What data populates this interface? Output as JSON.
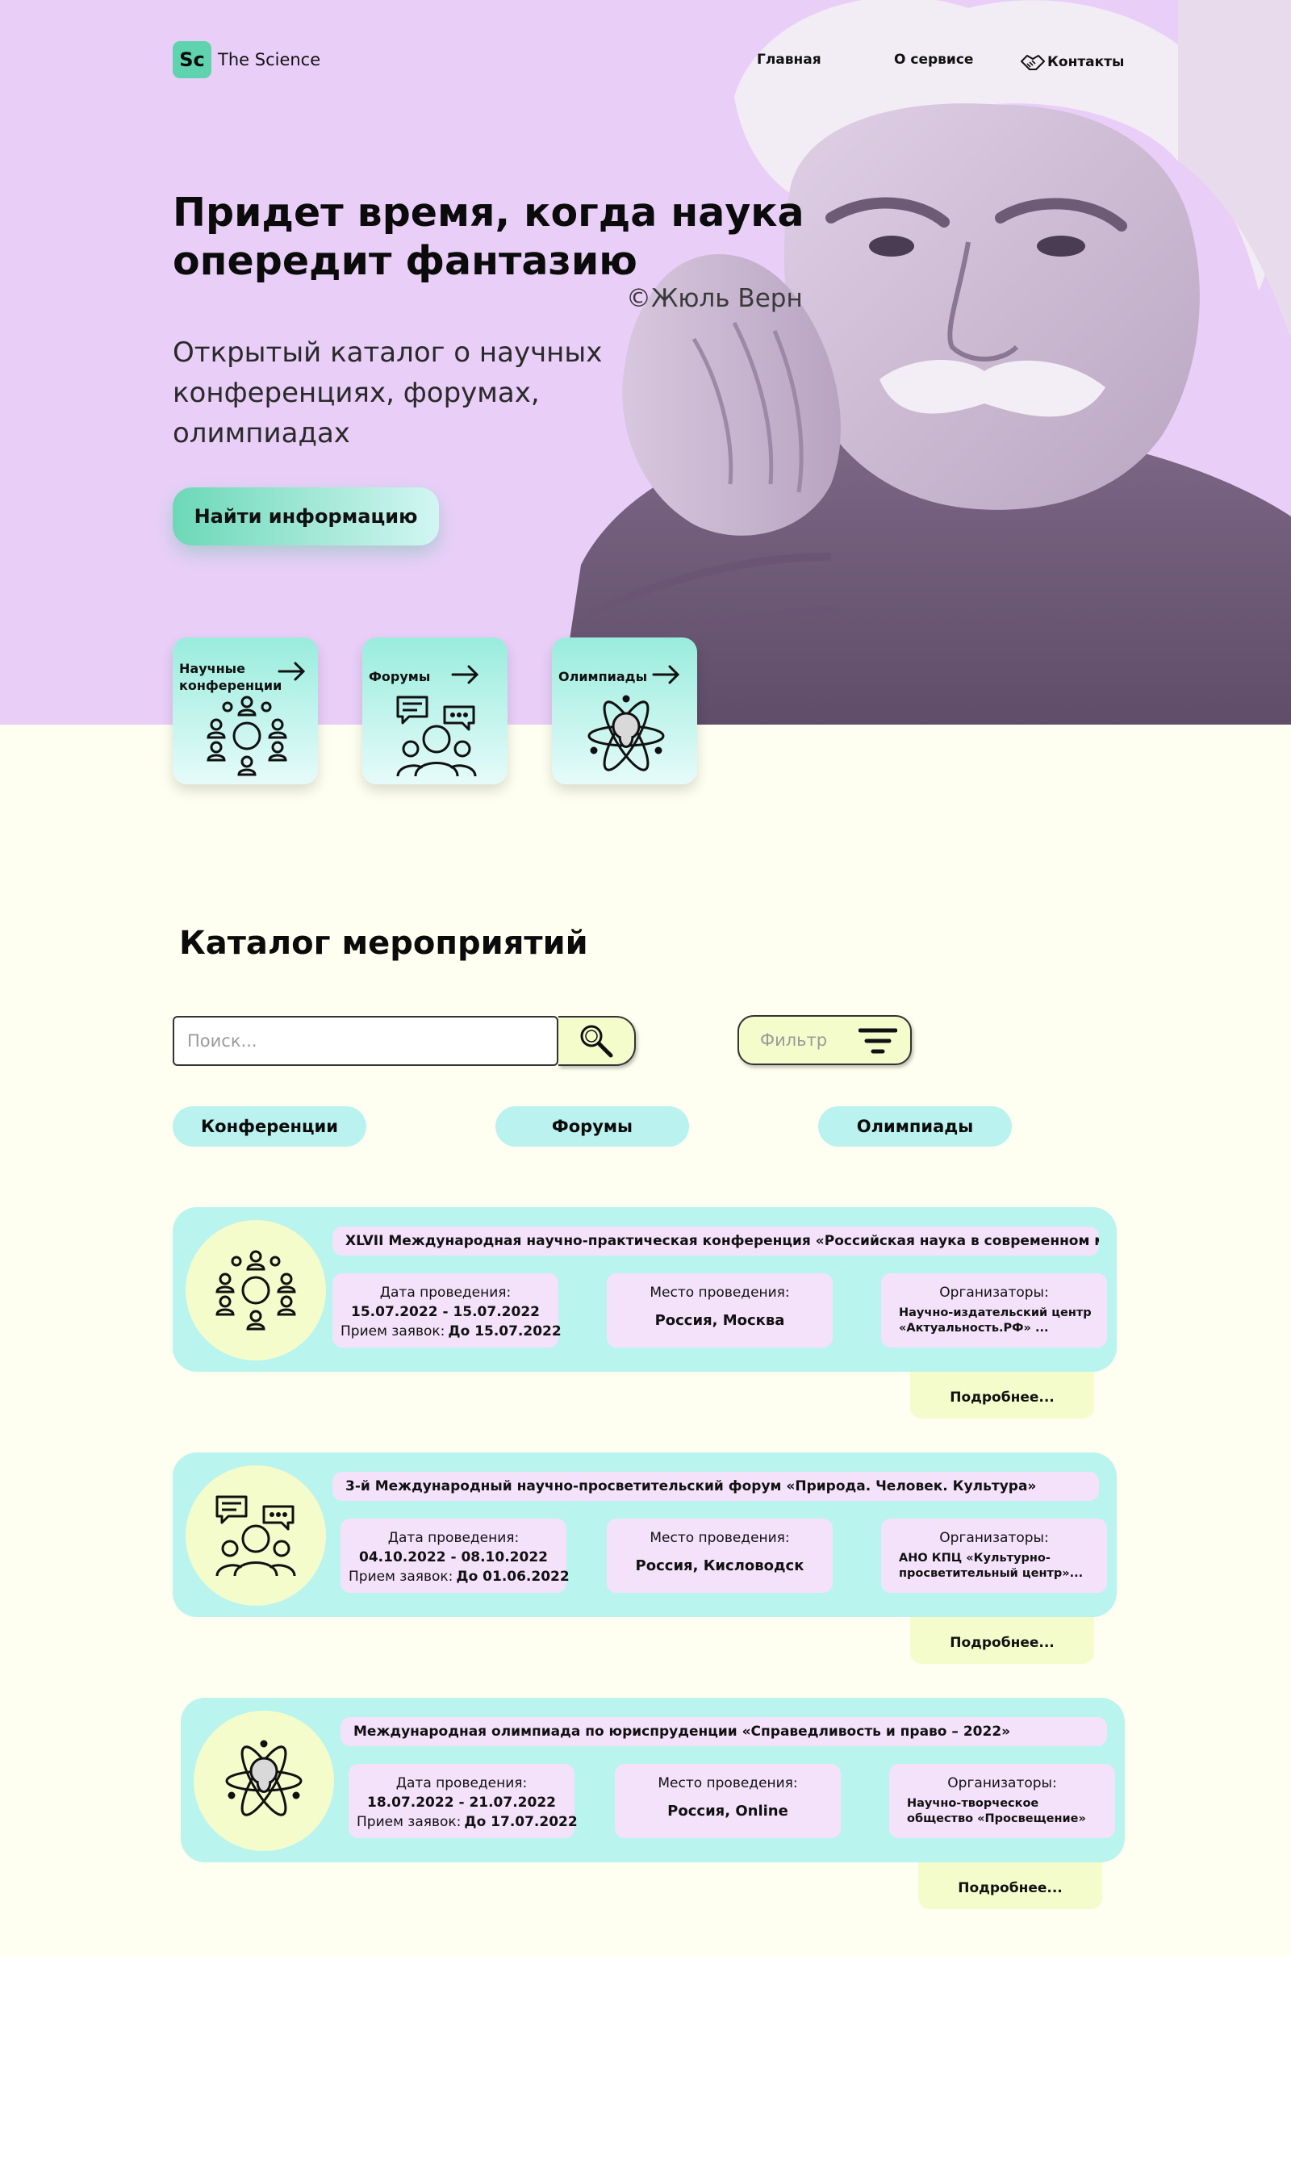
{
  "header": {
    "logo_badge": "Sc",
    "logo_text": "The Science",
    "nav": {
      "home": "Главная",
      "about": "О сервисе",
      "contacts": "Контакты"
    }
  },
  "hero": {
    "title": "Придет время, когда наука опередит фантазию",
    "quote": "©Жюль Верн",
    "subtitle": "Открытый каталог о научных конференциях, форумах, олимпиадах",
    "cta_label": "Найти информацию",
    "categories": [
      {
        "label": "Научные конференции",
        "icon": "people-circle-icon"
      },
      {
        "label": "Форумы",
        "icon": "chat-people-icon"
      },
      {
        "label": "Олимпиады",
        "icon": "atom-brain-icon"
      }
    ]
  },
  "catalog": {
    "title": "Каталог мероприятий",
    "search_placeholder": "Поиск...",
    "filter_label": "Фильтр",
    "tabs": [
      "Конференции",
      "Форумы",
      "Олимпиады"
    ],
    "events": [
      {
        "title": "XLVII Международная научно-практическая конференция «Российская наука в современном мире»",
        "date_label": "Дата проведения:",
        "date_value": "15.07.2022 - 15.07.2022",
        "apply_label": "Прием заявок:",
        "apply_value": "До 15.07.2022",
        "place_label": "Место проведения:",
        "place_value": "Россия, Москва",
        "org_label": "Организаторы:",
        "org_value": "Научно-издательский центр «Актуальность.РФ» ...",
        "more": "Подробнее..."
      },
      {
        "title": "3-й Международный научно-просветительский форум «Природа. Человек. Культура»",
        "date_label": "Дата проведения:",
        "date_value": "04.10.2022 - 08.10.2022",
        "apply_label": "Прием заявок:",
        "apply_value": "До 01.06.2022",
        "place_label": "Место проведения:",
        "place_value": "Россия, Кисловодск",
        "org_label": "Организаторы:",
        "org_value": "АНО КПЦ «Культурно-просветительный центр»...",
        "more": "Подробнее..."
      },
      {
        "title": "Международная олимпиада по юриспруденции «Справедливость и право – 2022»",
        "date_label": "Дата проведения:",
        "date_value": "18.07.2022 - 21.07.2022",
        "apply_label": "Прием заявок:",
        "apply_value": "До 17.07.2022",
        "place_label": "Место проведения:",
        "place_value": "Россия, Online",
        "org_label": "Организаторы:",
        "org_value": "Научно-творческое общество «Просвещение»",
        "more": "Подробнее..."
      }
    ]
  },
  "colors": {
    "hero_bg": "#e9cff8",
    "page_bg": "#fefff0",
    "mint": "#b9f4ee",
    "accent_green": "#5ed3ad",
    "lavender": "#f4e2fb",
    "pale_yellow": "#f5fccb"
  }
}
